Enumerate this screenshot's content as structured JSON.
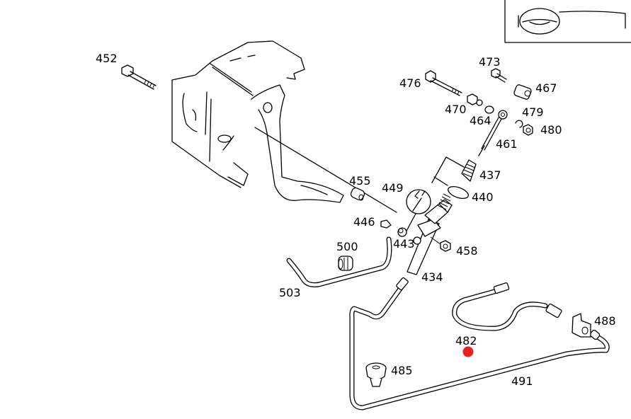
{
  "diagram": {
    "type": "exploded parts diagram",
    "subject": "clutch pedal and clutch master cylinder assembly",
    "inset_icon": "steering-wheel-icon",
    "highlight": {
      "part_number": "482",
      "color": "#e8231f"
    },
    "labels": [
      {
        "id": "452",
        "text": "452"
      },
      {
        "id": "473",
        "text": "473"
      },
      {
        "id": "476",
        "text": "476"
      },
      {
        "id": "467",
        "text": "467"
      },
      {
        "id": "470",
        "text": "470"
      },
      {
        "id": "479",
        "text": "479"
      },
      {
        "id": "464",
        "text": "464"
      },
      {
        "id": "480",
        "text": "480"
      },
      {
        "id": "461",
        "text": "461"
      },
      {
        "id": "437",
        "text": "437"
      },
      {
        "id": "455",
        "text": "455"
      },
      {
        "id": "449",
        "text": "449"
      },
      {
        "id": "440",
        "text": "440"
      },
      {
        "id": "446",
        "text": "446"
      },
      {
        "id": "443",
        "text": "443"
      },
      {
        "id": "458",
        "text": "458"
      },
      {
        "id": "500",
        "text": "500"
      },
      {
        "id": "434",
        "text": "434"
      },
      {
        "id": "503",
        "text": "503"
      },
      {
        "id": "488",
        "text": "488"
      },
      {
        "id": "482",
        "text": "482"
      },
      {
        "id": "485",
        "text": "485"
      },
      {
        "id": "491",
        "text": "491"
      }
    ]
  }
}
